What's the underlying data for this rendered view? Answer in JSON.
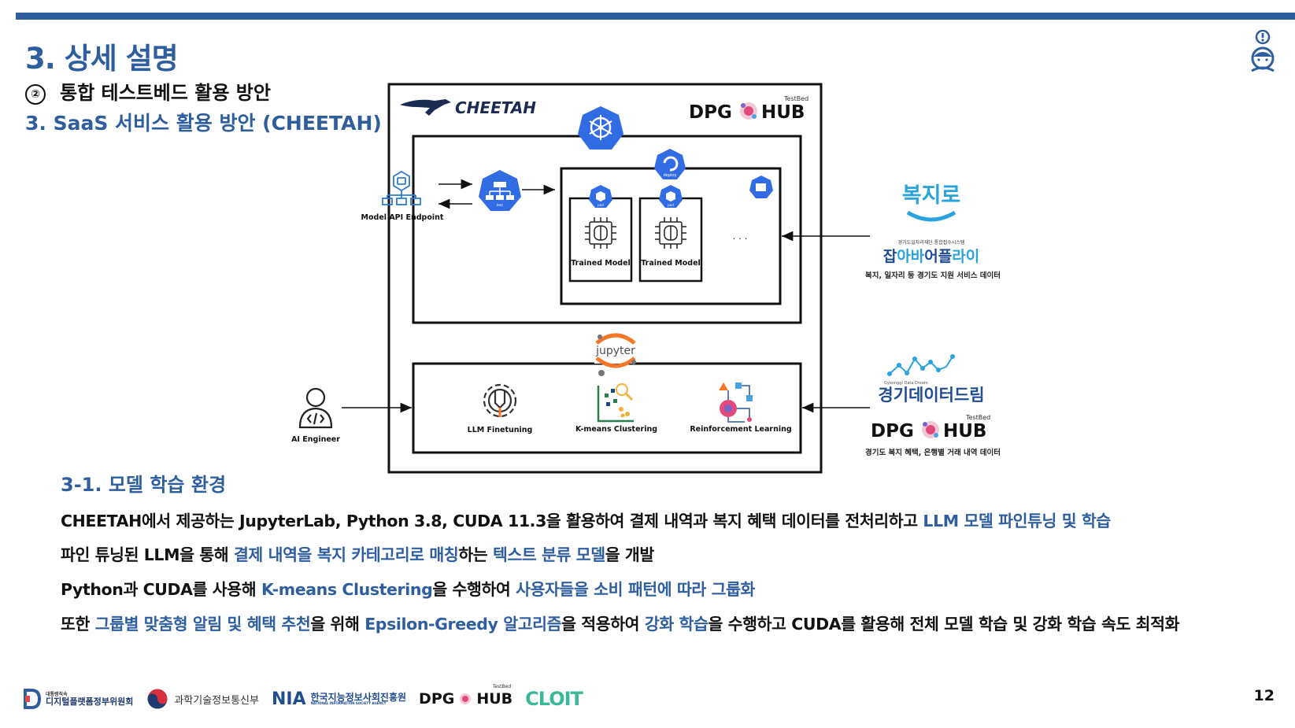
{
  "slide": {
    "title": "3. 상세 설명",
    "subtitle_number": "②",
    "subtitle": "통합 테스트베드 활용 방안",
    "section_title": "3. SaaS 서비스 활용 방안 (CHEETAH)",
    "page_number": "12"
  },
  "diagram": {
    "cheetah_label": "CHEETAH",
    "dpg_testbed": "TestBed",
    "dpg_label_left": "DPG",
    "dpg_label_right": "HUB",
    "endpoint_label": "Model API Endpoint",
    "svc_label": "svc",
    "deploy_label": "deploy",
    "pod_label": "pod",
    "trained_model_1": "Trained Model",
    "trained_model_2": "Trained Model",
    "ellipsis": ". . .",
    "jupyter_label": "jupyter",
    "engineer_label": "AI Engineer",
    "tasks": [
      "LLM Finetuning",
      "K-means Clustering",
      "Reinforcement Learning"
    ],
    "source_top": {
      "logo1": "복지로",
      "logo2_small": "경기도일자리재단 통합접수시스템",
      "logo2_a": "잡",
      "logo2_b": "아바",
      "logo2_c": "어플",
      "logo2_d": "라이",
      "caption": "복지, 일자리 등 경기도 지원 서비스 데이터"
    },
    "source_bottom": {
      "logo_small": "Gyeonggi Data Dream",
      "logo": "경기데이터드림",
      "dpg_testbed": "TestBed",
      "dpg_left": "DPG",
      "dpg_right": "HUB",
      "caption": "경기도 복지 혜택, 은행별 거래 내역 데이터"
    }
  },
  "body": {
    "section": "3-1. 모델 학습 환경",
    "lines": [
      [
        {
          "t": "CHEETAH에서 제공하는 JupyterLab, Python 3.8, CUDA 11.3을 활용하여 결제 내역과 복지 혜택 데이터를 전처리하고 ",
          "h": false
        },
        {
          "t": "LLM 모델 파인튜닝 및 학습",
          "h": true
        }
      ],
      [
        {
          "t": "파인 튜닝된 LLM을 통해 ",
          "h": false
        },
        {
          "t": "결제 내역을 복지 카테고리로 매칭",
          "h": true
        },
        {
          "t": "하는 ",
          "h": false
        },
        {
          "t": "텍스트 분류 모델",
          "h": true
        },
        {
          "t": "을 개발",
          "h": false
        }
      ],
      [
        {
          "t": "Python과 CUDA를 사용해 ",
          "h": false
        },
        {
          "t": "K-means Clustering",
          "h": true
        },
        {
          "t": "을 수행하여 ",
          "h": false
        },
        {
          "t": "사용자들을 소비 패턴에 따라 그룹화",
          "h": true
        }
      ],
      [
        {
          "t": "또한 ",
          "h": false
        },
        {
          "t": "그룹별 맞춤형 알림 및 혜택 추천",
          "h": true
        },
        {
          "t": "을 위해 ",
          "h": false
        },
        {
          "t": "Epsilon-Greedy 알고리즘",
          "h": true
        },
        {
          "t": "을 적용하여 ",
          "h": false
        },
        {
          "t": "강화 학습",
          "h": true
        },
        {
          "t": "을 수행하고 CUDA를 활용해 전체 모델 학습 및 강화 학습 속도 최적화",
          "h": false
        }
      ]
    ]
  },
  "footer": {
    "org1_small": "대통령직속",
    "org1": "디지털플랫폼정부위원회",
    "org2": "과학기술정보통신부",
    "org3_a": "NIA",
    "org3_b": "한국지능정보사회진흥원",
    "org3_small": "NATIONAL INFORMATION SOCIETY AGENCY",
    "org4_testbed": "TestBed",
    "org4_left": "DPG",
    "org4_right": "HUB",
    "org5": "CLOIT"
  },
  "colors": {
    "accent": "#2e5e9e",
    "k8s_blue": "#326ce5",
    "jupyter_orange": "#f37726"
  },
  "icons": [
    "mascot-icon",
    "kubernetes-icon",
    "deploy-icon",
    "svc-icon",
    "pod-icon",
    "brain-chip-icon",
    "engineer-icon",
    "gear-tool-icon",
    "scatter-icon",
    "flow-icon"
  ]
}
